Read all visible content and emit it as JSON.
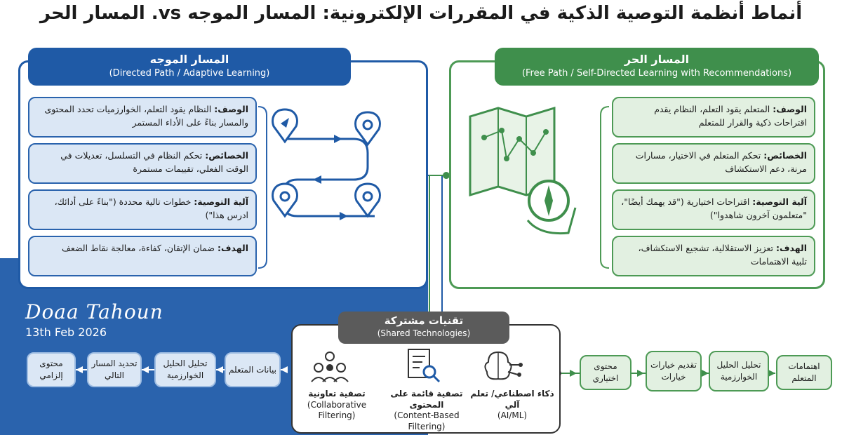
{
  "title": "أنماط أنظمة التوصية الذكية في المقررات الإلكترونية: المسار الموجه vs. المسار الحر",
  "directed": {
    "title_ar": "المسار الموجه",
    "title_en": "(Directed Path / Adaptive Learning)",
    "cards": [
      {
        "label": "الوصف:",
        "text": "النظام يقود التعلم، الخوارزميات تحدد المحتوى والمسار بناءً على الأداء المستمر"
      },
      {
        "label": "الخصائص:",
        "text": "تحكم النظام في التسلسل، تعديلات في الوقت الفعلي، تقييمات مستمرة"
      },
      {
        "label": "آلية التوصية:",
        "text": "خطوات تالية محددة (\"بناءً على أدائك، ادرس هذا\")"
      },
      {
        "label": "الهدف:",
        "text": "ضمان الإتقان، كفاءة، معالجة نقاط الضعف"
      }
    ]
  },
  "free": {
    "title_ar": "المسار الحر",
    "title_en": "(Free Path / Self-Directed Learning with Recommendations)",
    "cards": [
      {
        "label": "الوصف:",
        "text": "المتعلم يقود التعلم، النظام يقدم اقتراحات ذكية والقرار للمتعلم"
      },
      {
        "label": "الخصائص:",
        "text": "تحكم المتعلم في الاختيار، مسارات مرنة، دعم الاستكشاف"
      },
      {
        "label": "آلية التوصية:",
        "text": "اقتراحات اختيارية (\"قد يهمك أيضًا\"، \"متعلمون آخرون شاهدوا\")"
      },
      {
        "label": "الهدف:",
        "text": "تعزيز الاستقلالية، تشجيع الاستكشاف، تلبية الاهتمامات"
      }
    ]
  },
  "shared": {
    "title_ar": "تقنيات مشتركة",
    "title_en": "(Shared Technologies)",
    "techs": [
      {
        "ar": "ذكاء اصطناعي/ تعلم آلي",
        "en": "(AI/ML)",
        "icon": "brain-circuit-icon"
      },
      {
        "ar": "تصفية قائمة على المحتوى",
        "en": "(Content-Based Filtering)",
        "icon": "document-search-icon"
      },
      {
        "ar": "تصفية تعاونية",
        "en": "(Collaborative Filtering)",
        "icon": "people-network-icon"
      }
    ]
  },
  "flow_directed": [
    "بيانات المتعلم",
    "تحليل الحليل الخوارزمية",
    "تحديد المسار التالي",
    "محتوى إلزامي"
  ],
  "flow_free": [
    "اهتمامات المتعلم",
    "تحليل الحليل الخوارزمية",
    "تقديم خيارات خيارات",
    "محتوى اختياري"
  ],
  "signature": {
    "name": "Doaa Tahoun",
    "date": "13th Feb 2026"
  },
  "colors": {
    "blue": "#1f5aa6",
    "green": "#3f8f4c",
    "gray": "#5b5b5b"
  }
}
